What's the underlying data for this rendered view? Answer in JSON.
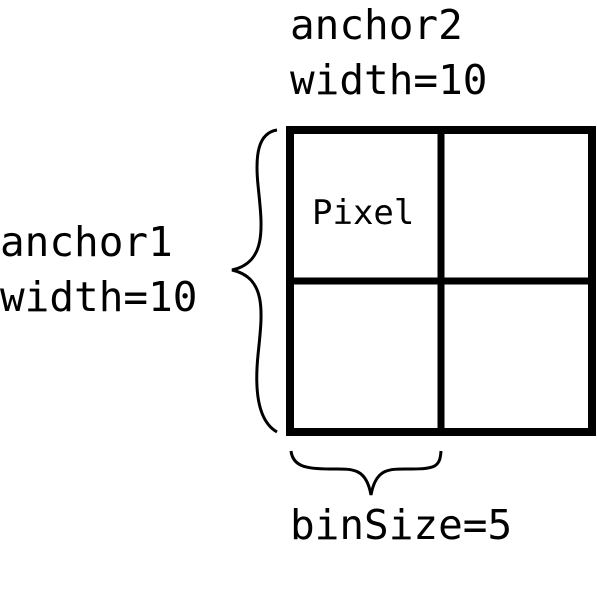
{
  "anchor2": {
    "name": "anchor2",
    "width_label": "width=10"
  },
  "anchor1": {
    "name": "anchor1",
    "width_label": "width=10"
  },
  "grid": {
    "cell_label": "Pixel",
    "rows": 2,
    "cols": 2
  },
  "bin": {
    "label": "binSize=5"
  }
}
